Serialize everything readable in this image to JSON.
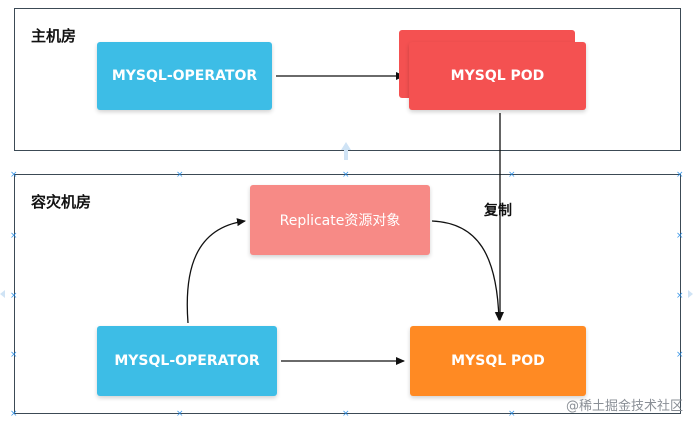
{
  "regions": {
    "main_room": {
      "title": "主机房"
    },
    "dr_room": {
      "title": "容灾机房"
    }
  },
  "nodes": {
    "operator_main": {
      "label": "MYSQL-OPERATOR",
      "color": "#3dbde6"
    },
    "pod_main": {
      "label": "MYSQL POD",
      "color": "#f45151"
    },
    "replicate": {
      "label": "Replicate资源对象",
      "color": "#f78a86"
    },
    "operator_dr": {
      "label": "MYSQL-OPERATOR",
      "color": "#3dbde6"
    },
    "pod_dr": {
      "label": "MYSQL POD",
      "color": "#ff8a23"
    }
  },
  "edges": {
    "copy_label": "复制"
  },
  "watermark": "@稀土掘金技术社区"
}
